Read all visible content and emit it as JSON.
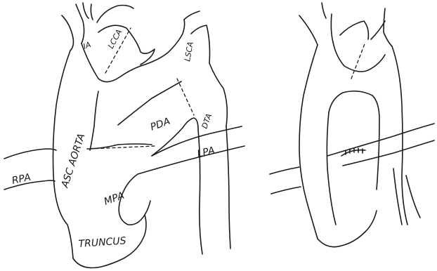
{
  "labels": {
    "ia": "IA",
    "lcca": "LCCA",
    "lsca": "LSCA",
    "asc_aorta": "ASC AORTA",
    "pda": "PDA",
    "dta": "DTA",
    "lpa": "LPA",
    "rpa": "RPA",
    "mpa": "MPA",
    "truncus": "TRUNCUS"
  }
}
